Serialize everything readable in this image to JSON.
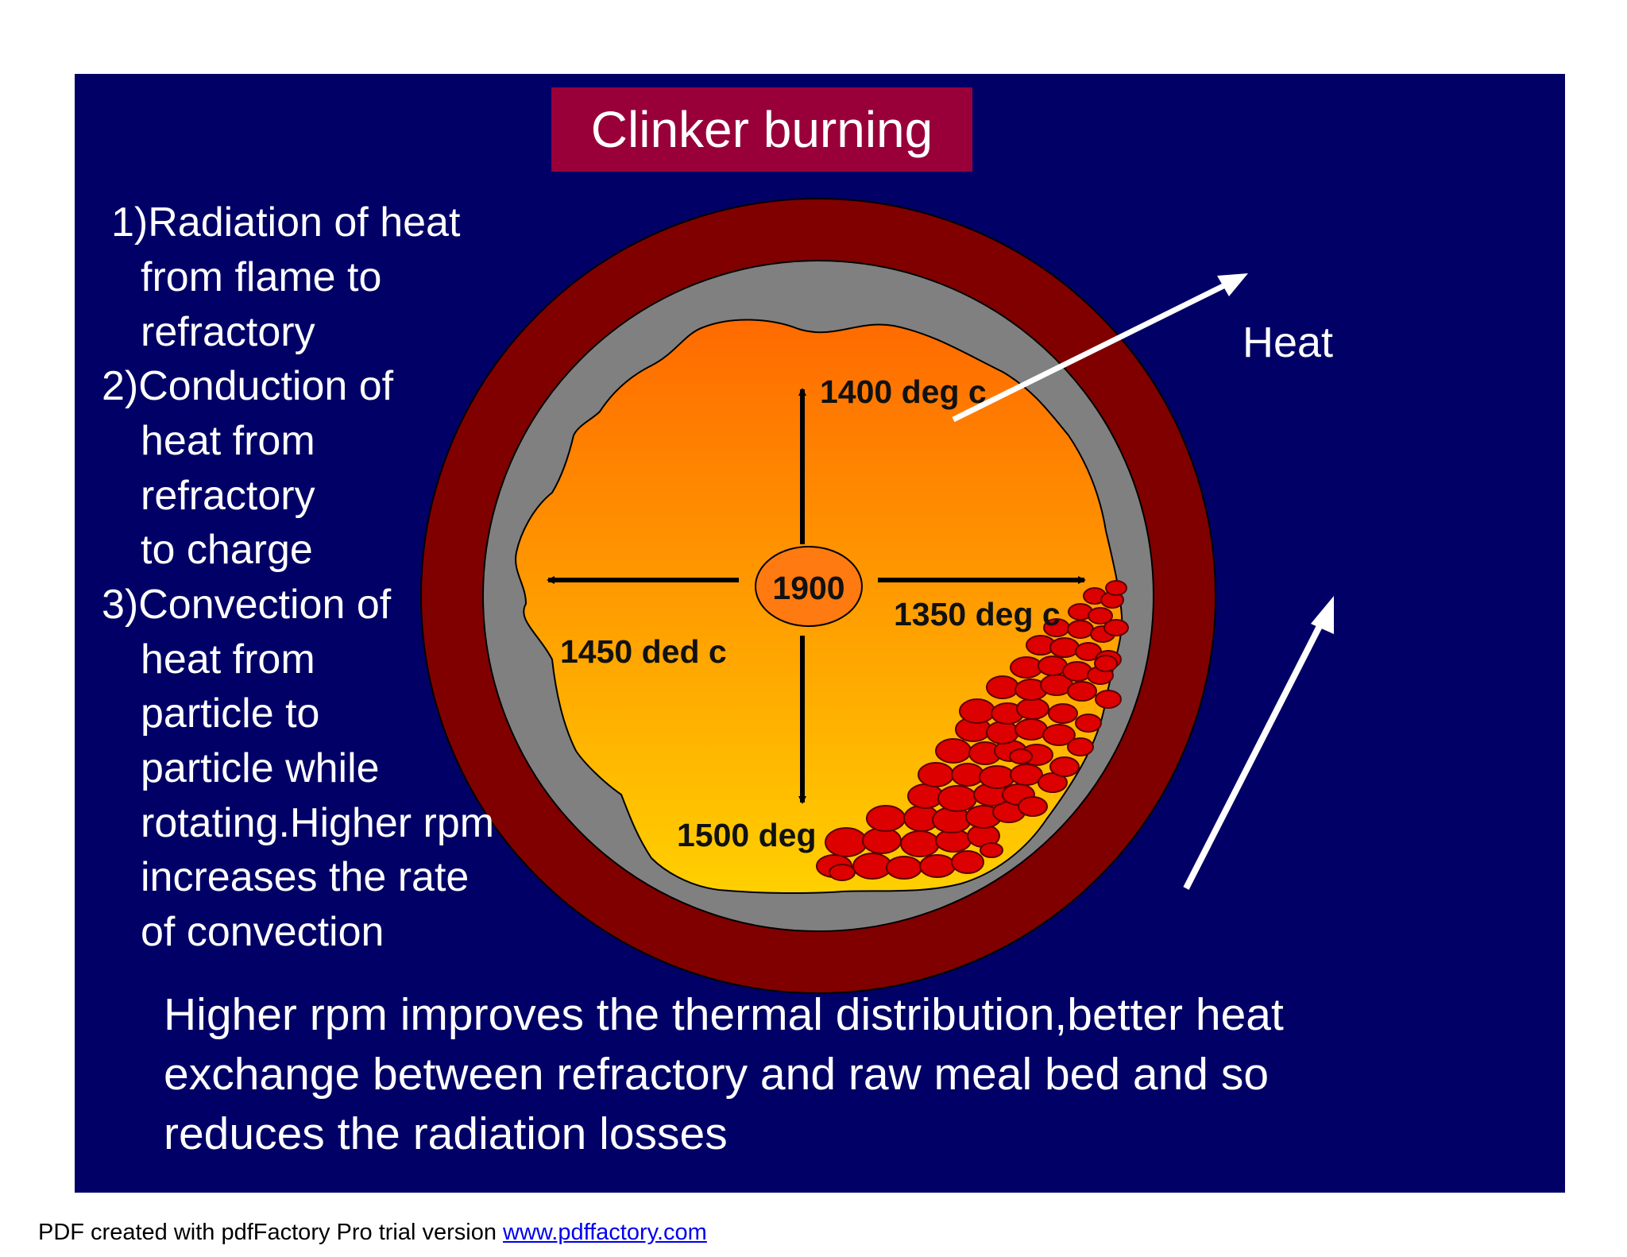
{
  "title": "Clinker burning",
  "left_text": [
    " 1)Radiation of heat",
    "from flame to",
    "refractory",
    "2)Conduction of",
    "heat from",
    "refractory",
    "to charge",
    "3)Convection of",
    "heat from",
    "particle to",
    "particle while",
    "rotating.Higher rpm",
    "increases the rate",
    "of convection"
  ],
  "diagram": {
    "heat_label": "Heat",
    "center_value": "1900",
    "top_temp": "1400 deg c",
    "right_temp": "1350 deg c",
    "left_temp": "1450 ded c",
    "bottom_temp": "1500 deg",
    "colors": {
      "shell": "#800000",
      "refractory": "#808080",
      "flame_top": "#ff6a00",
      "flame_bottom": "#ffd000",
      "particles": "#dd0000",
      "background": "#000066",
      "title_box": "#99003a"
    }
  },
  "bottom_text": [
    " Higher rpm  improves the thermal distribution,better heat",
    "exchange between refractory and raw meal bed and so",
    "reduces the radiation losses"
  ],
  "footer": {
    "prefix": "PDF created with pdfFactory Pro trial version ",
    "link": "www.pdffactory.com"
  }
}
